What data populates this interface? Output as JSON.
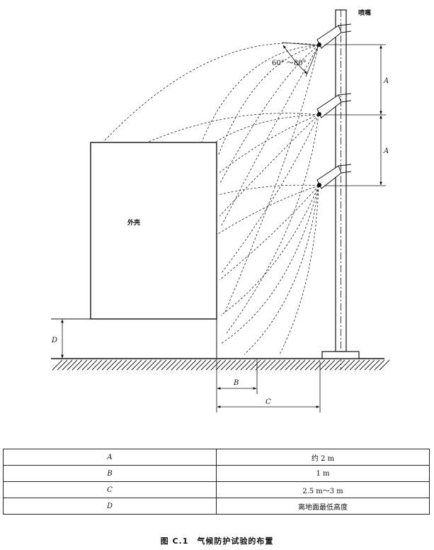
{
  "diagram": {
    "nozzle_label": "喷嘴",
    "angle_label": "60° ～80°",
    "housing_label": "外壳",
    "dim_A_top": "A",
    "dim_A_bottom": "A",
    "dim_B": "B",
    "dim_C": "C",
    "dim_D": "D"
  },
  "table": {
    "rows": [
      {
        "key": "A",
        "value": "约 2 m"
      },
      {
        "key": "B",
        "value": "1 m"
      },
      {
        "key": "C",
        "value": "2.5 m～3 m"
      },
      {
        "key": "D",
        "value": "离地面最低高度"
      }
    ]
  },
  "caption": "图 C.1　气候防护试验的布置"
}
